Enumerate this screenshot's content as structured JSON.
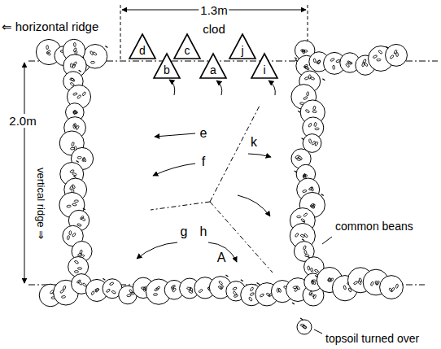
{
  "diagram": {
    "nodes": [
      {
        "text": [
          "d"
        ]
      },
      {
        "text": [
          "c"
        ]
      },
      {
        "text": [
          "j"
        ]
      },
      {
        "text": [
          "b"
        ]
      },
      {
        "text": [
          "a"
        ]
      },
      {
        "text": [
          "i"
        ]
      }
    ],
    "labels": [
      "1.3m",
      "⇐ horizontal ridge",
      "clod",
      "2.0m",
      "vertical ridge ⇒",
      "e",
      "k",
      "f",
      "g",
      "h",
      "A",
      "common beans",
      "topsoil turned over"
    ]
  }
}
